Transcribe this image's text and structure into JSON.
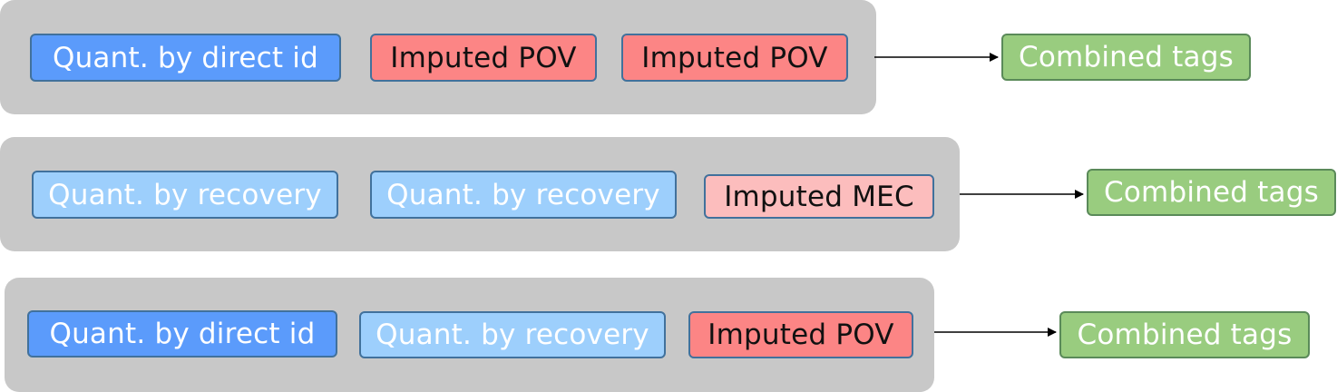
{
  "rows": [
    {
      "tags": [
        {
          "label": "Quant. by direct id",
          "kind": "direct"
        },
        {
          "label": "Imputed POV",
          "kind": "pov"
        },
        {
          "label": "Imputed POV",
          "kind": "pov"
        }
      ],
      "result": {
        "label": "Combined tags",
        "kind": "combined"
      }
    },
    {
      "tags": [
        {
          "label": "Quant. by recovery",
          "kind": "recovery"
        },
        {
          "label": "Quant. by recovery",
          "kind": "recovery"
        },
        {
          "label": "Imputed MEC",
          "kind": "mec"
        }
      ],
      "result": {
        "label": "Combined tags",
        "kind": "combined"
      }
    },
    {
      "tags": [
        {
          "label": "Quant. by direct id",
          "kind": "direct"
        },
        {
          "label": "Quant. by recovery",
          "kind": "recovery"
        },
        {
          "label": "Imputed POV",
          "kind": "pov"
        }
      ],
      "result": {
        "label": "Combined tags",
        "kind": "combined"
      }
    }
  ],
  "colors": {
    "direct": "#5b9bfb",
    "recovery": "#9dcffc",
    "pov": "#fc8585",
    "mec": "#fcbdbd",
    "combined": "#99cc7f",
    "panel": "#c8c8c8",
    "arrow": "#000000"
  }
}
